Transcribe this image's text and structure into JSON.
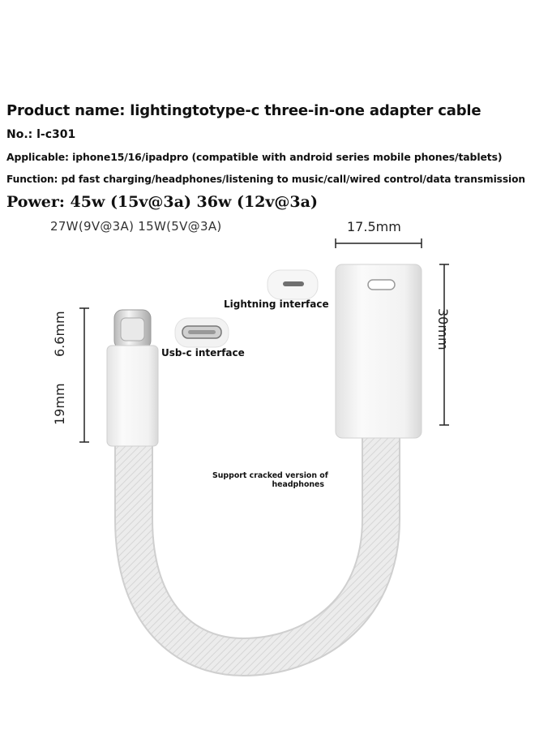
{
  "specs": {
    "product_name": "Product name: lightingtotype-c three-in-one adapter cable",
    "model_no": "No.: l-c301",
    "applicable": "Applicable: iphone15/16/ipadpro (compatible with android series mobile phones/tablets)",
    "function": "Function: pd fast charging/headphones/listening to music/call/wired control/data transmission",
    "power_line1": "Power: 45w (15v@3a) 36w (12v@3a)",
    "power_line2": "27W(9V@3A) 15W(5V@3A)"
  },
  "dimensions": {
    "width": "17.5mm",
    "length": "30mm",
    "plug": "6.6mm",
    "housing": "19mm"
  },
  "callouts": {
    "lightning": "Lightning interface",
    "usbc": "Usb-c interface",
    "cracked_line1": "Support cracked version of",
    "cracked_line2": "headphones"
  },
  "colors": {
    "background": "#ffffff",
    "cable": "#ececec",
    "housing": "#f4f4f4",
    "text": "#111111"
  }
}
